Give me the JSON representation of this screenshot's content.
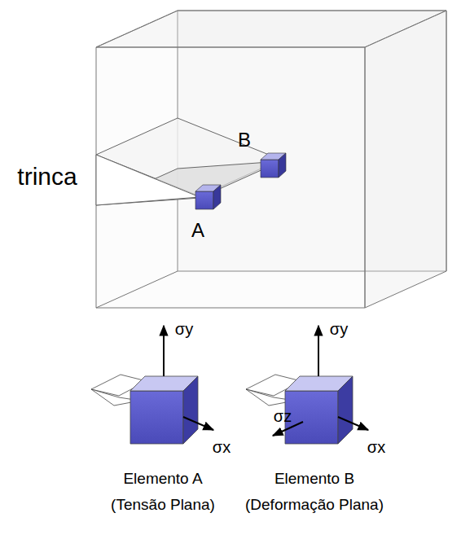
{
  "diagram": {
    "labels": [
      "trinca",
      "A",
      "B",
      "σy",
      "σx",
      "σy",
      "σz",
      "σx",
      "Elemento A",
      "(Tensão Plana)",
      "Elemento B",
      "(Deformação Plana)"
    ]
  }
}
